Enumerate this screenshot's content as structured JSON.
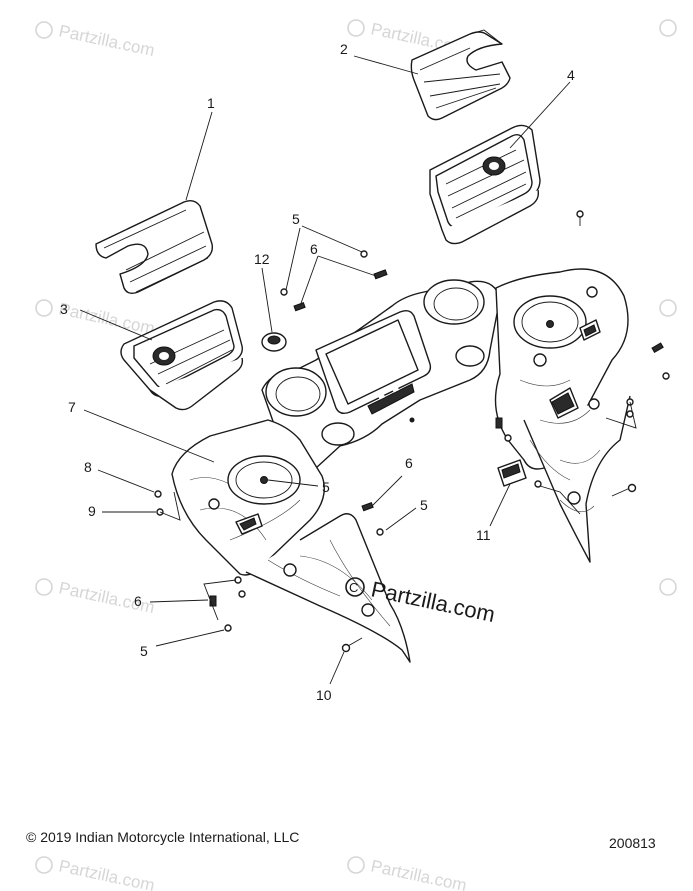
{
  "callouts": {
    "c1": "1",
    "c2": "2",
    "c3": "3",
    "c4": "4",
    "c5a": "5",
    "c5b": "5",
    "c5c": "5",
    "c5d": "5",
    "c6a": "6",
    "c6b": "6",
    "c6c": "6",
    "c7": "7",
    "c8": "8",
    "c9": "9",
    "c10": "10",
    "c11": "11",
    "c12": "12"
  },
  "watermark": {
    "text": "Partzilla.com",
    "center_text": "Partzilla.com"
  },
  "footer": {
    "copyright": "© 2019 Indian Motorcycle International, LLC",
    "diagram_id": "200813"
  },
  "colors": {
    "line": "#1a1a1a",
    "watermark": "#d6d6d6",
    "background": "#ffffff"
  }
}
